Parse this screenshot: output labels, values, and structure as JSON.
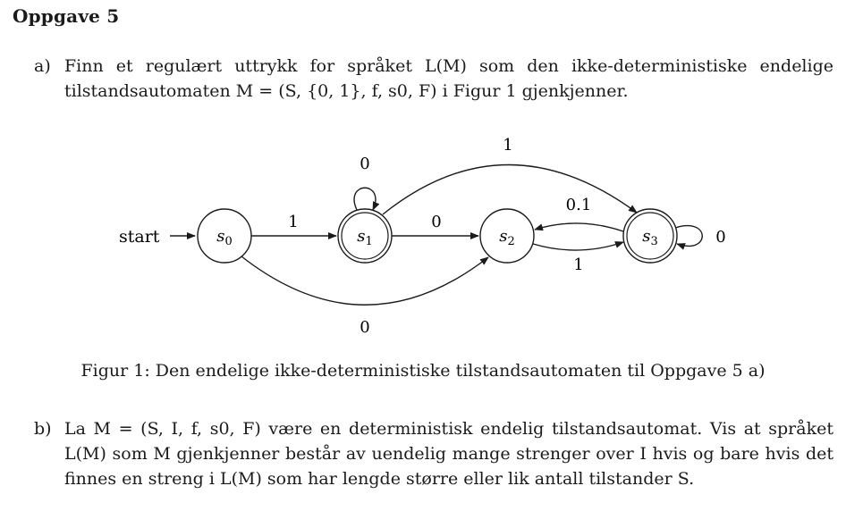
{
  "title": "Oppgave 5",
  "part_a": {
    "label": "a)",
    "text": "Finn et regulært uttrykk for språket L(M) som den ikke-deterministiske endelige tilstandsautomaten M = (S, {0, 1}, f, s0, F) i Figur 1 gjenkjenner."
  },
  "figure": {
    "start_label": "start",
    "states": [
      {
        "id": "s0",
        "label": "s",
        "sub": "0",
        "accepting": false
      },
      {
        "id": "s1",
        "label": "s",
        "sub": "1",
        "accepting": true
      },
      {
        "id": "s2",
        "label": "s",
        "sub": "2",
        "accepting": false
      },
      {
        "id": "s3",
        "label": "s",
        "sub": "3",
        "accepting": true
      }
    ],
    "transitions": [
      {
        "from": "s0",
        "to": "s1",
        "label": "1"
      },
      {
        "from": "s0",
        "to": "s2",
        "label": "0"
      },
      {
        "from": "s1",
        "to": "s1",
        "label": "0"
      },
      {
        "from": "s1",
        "to": "s2",
        "label": "0"
      },
      {
        "from": "s1",
        "to": "s3",
        "label": "1"
      },
      {
        "from": "s3",
        "to": "s2",
        "label": "0.1"
      },
      {
        "from": "s2",
        "to": "s3",
        "label": "1"
      },
      {
        "from": "s3",
        "to": "s3",
        "label": "0"
      }
    ],
    "caption": "Figur 1: Den endelige ikke-deterministiske tilstandsautomaten til Oppgave 5 a)"
  },
  "part_b": {
    "label": "b)",
    "text": "La M = (S, I, f, s0, F) være en deterministisk endelig tilstandsautomat. Vis at språket L(M) som M gjenkjenner består av uendelig mange strenger over I hvis og bare hvis det finnes en streng i L(M) som har lengde større eller lik antall tilstander S.",
    "emphasis": "uendelig"
  }
}
